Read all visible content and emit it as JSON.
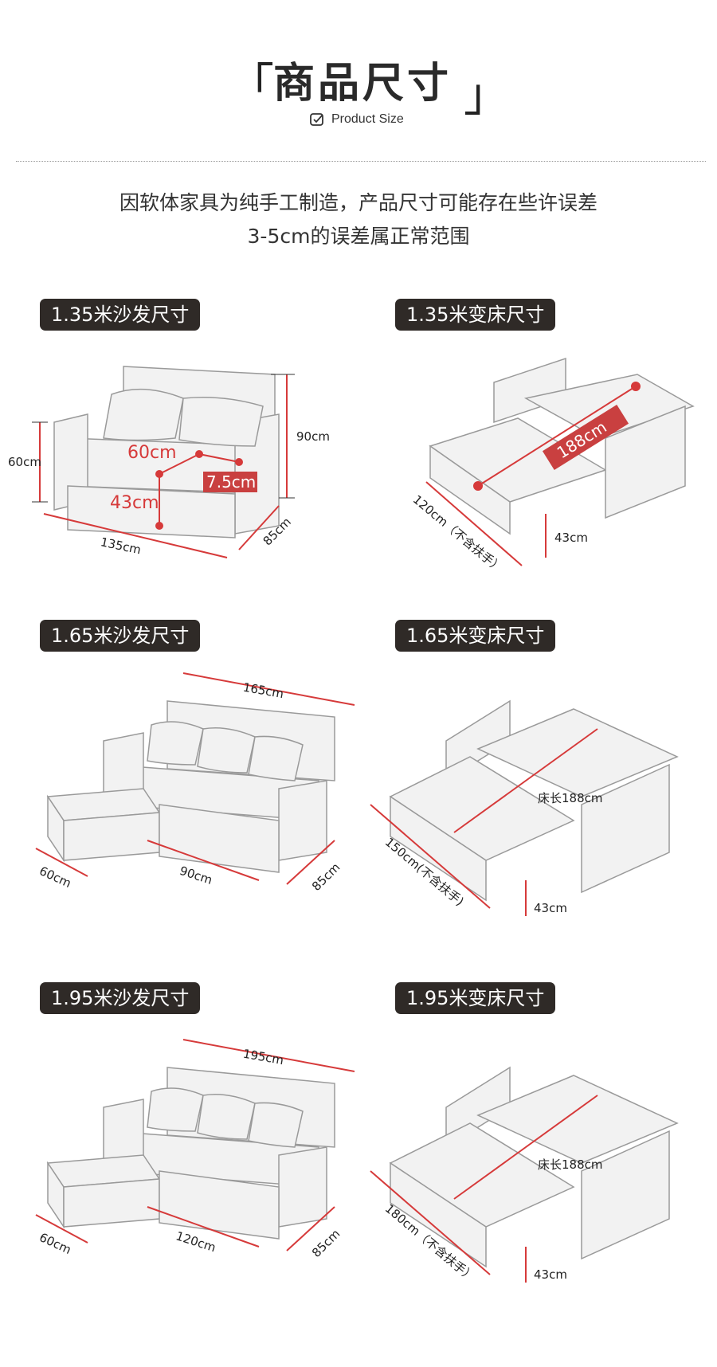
{
  "header": {
    "bracket_left": "「",
    "title": "商品尺寸",
    "bracket_right": "」",
    "subtitle": "Product Size"
  },
  "notice": {
    "line1": "因软体家具为纯手工制造，产品尺寸可能存在些许误差",
    "line2": "3-5cm的误差属正常范围"
  },
  "colors": {
    "tag_bg": "#2f2a27",
    "dim_red": "#d63a3a",
    "label_red_bg": "#c94040"
  },
  "sections": [
    {
      "sofa_tag": "1.35米沙发尺寸",
      "bed_tag": "1.35米变床尺寸",
      "sofa_dims": {
        "total_width": "135cm",
        "height": "90cm",
        "depth": "85cm",
        "arm_height": "60cm",
        "seat_depth": "60cm",
        "arm_width": "7.5cm",
        "seat_height": "43cm"
      },
      "bed_dims": {
        "length": "188cm",
        "width": "120cm（不含扶手）",
        "height": "43cm"
      }
    },
    {
      "sofa_tag": "1.65米沙发尺寸",
      "bed_tag": "1.65米变床尺寸",
      "sofa_dims": {
        "total_width": "165cm",
        "ottoman_width": "60cm",
        "seat_width": "90cm",
        "depth": "85cm"
      },
      "bed_dims": {
        "length": "床长188cm",
        "width": "150cm(不含扶手)",
        "height": "43cm"
      }
    },
    {
      "sofa_tag": "1.95米沙发尺寸",
      "bed_tag": "1.95米变床尺寸",
      "sofa_dims": {
        "total_width": "195cm",
        "ottoman_width": "60cm",
        "seat_width": "120cm",
        "depth": "85cm"
      },
      "bed_dims": {
        "length": "床长188cm",
        "width": "180cm（不含扶手）",
        "height": "43cm"
      }
    }
  ]
}
